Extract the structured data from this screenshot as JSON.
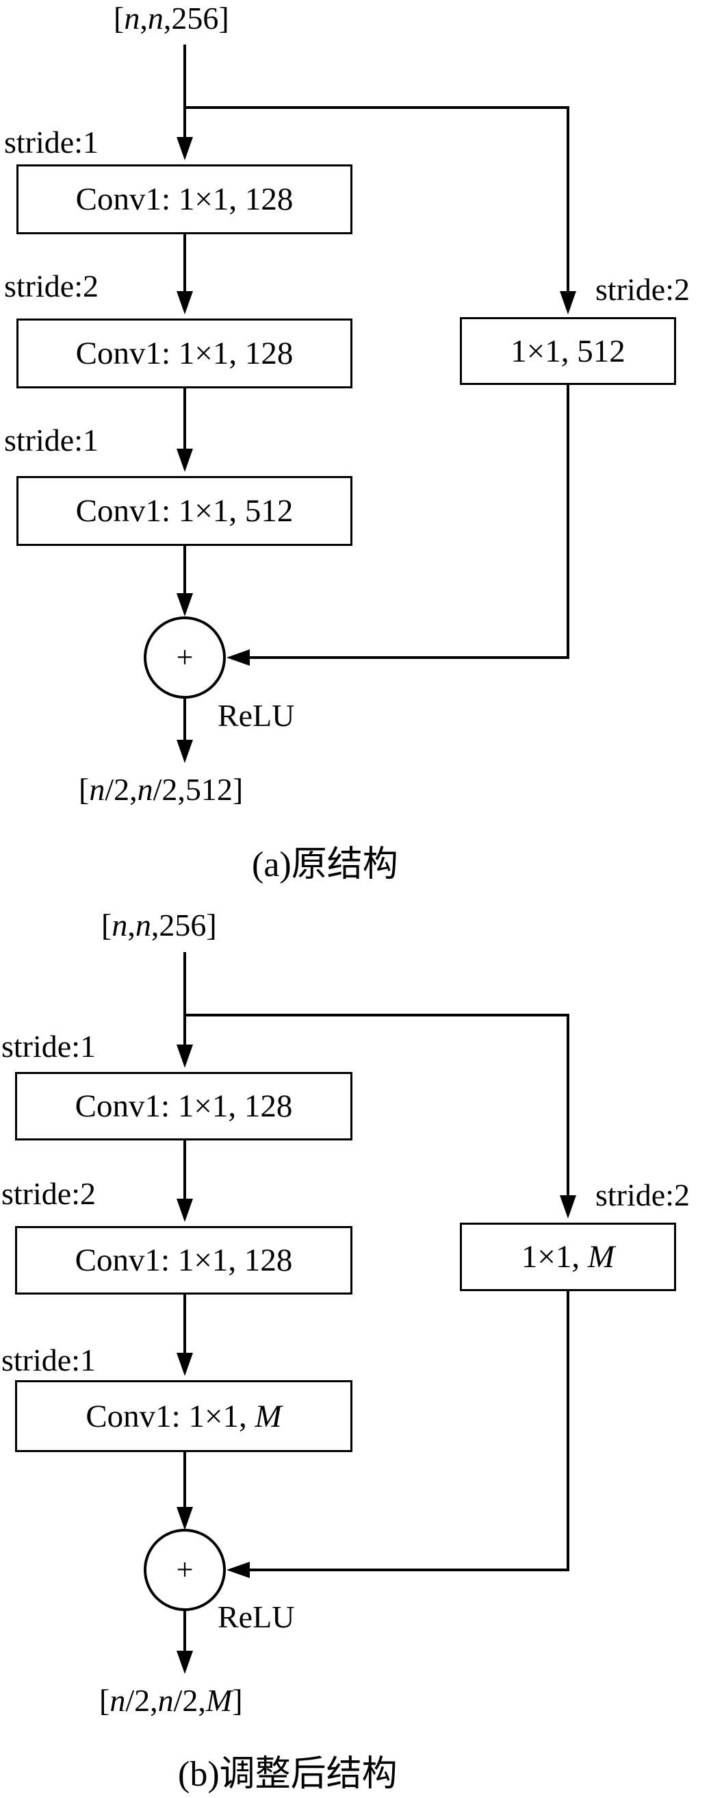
{
  "diagram_a": {
    "input": {
      "pre": "[",
      "n1": "n",
      "s1": ",",
      "n2": "n",
      "post": ",256]"
    },
    "stride_main_1": "stride:1",
    "box1": "Conv1: 1×1, 128",
    "stride_main_2": "stride:2",
    "box2": "Conv1: 1×1, 128",
    "stride_main_3": "stride:1",
    "box3": "Conv1: 1×1, 512",
    "stride_short": "stride:2",
    "short_box": "1×1, 512",
    "plus": "+",
    "relu": "ReLU",
    "output": {
      "pre": "[",
      "n1": "n",
      "mid1": "/2,",
      "n2": "n",
      "post": "/2,512]"
    },
    "caption": "(a)原结构"
  },
  "diagram_b": {
    "input": {
      "pre": "[",
      "n1": "n",
      "s1": ",",
      "n2": "n",
      "post": ",256]"
    },
    "stride_main_1": "stride:1",
    "box1": "Conv1: 1×1, 128",
    "stride_main_2": "stride:2",
    "box2": "Conv1: 1×1, 128",
    "stride_main_3": "stride:1",
    "box3": {
      "prefix": "Conv1: 1×1, ",
      "var": "M"
    },
    "stride_short": "stride:2",
    "short_box": {
      "prefix": "1×1, ",
      "var": "M"
    },
    "plus": "+",
    "relu": "ReLU",
    "output": {
      "pre": "[",
      "n1": "n",
      "mid1": "/2,",
      "n2": "n",
      "mid2": "/2,",
      "var": "M",
      "post": "]"
    },
    "caption": "(b)调整后结构"
  }
}
